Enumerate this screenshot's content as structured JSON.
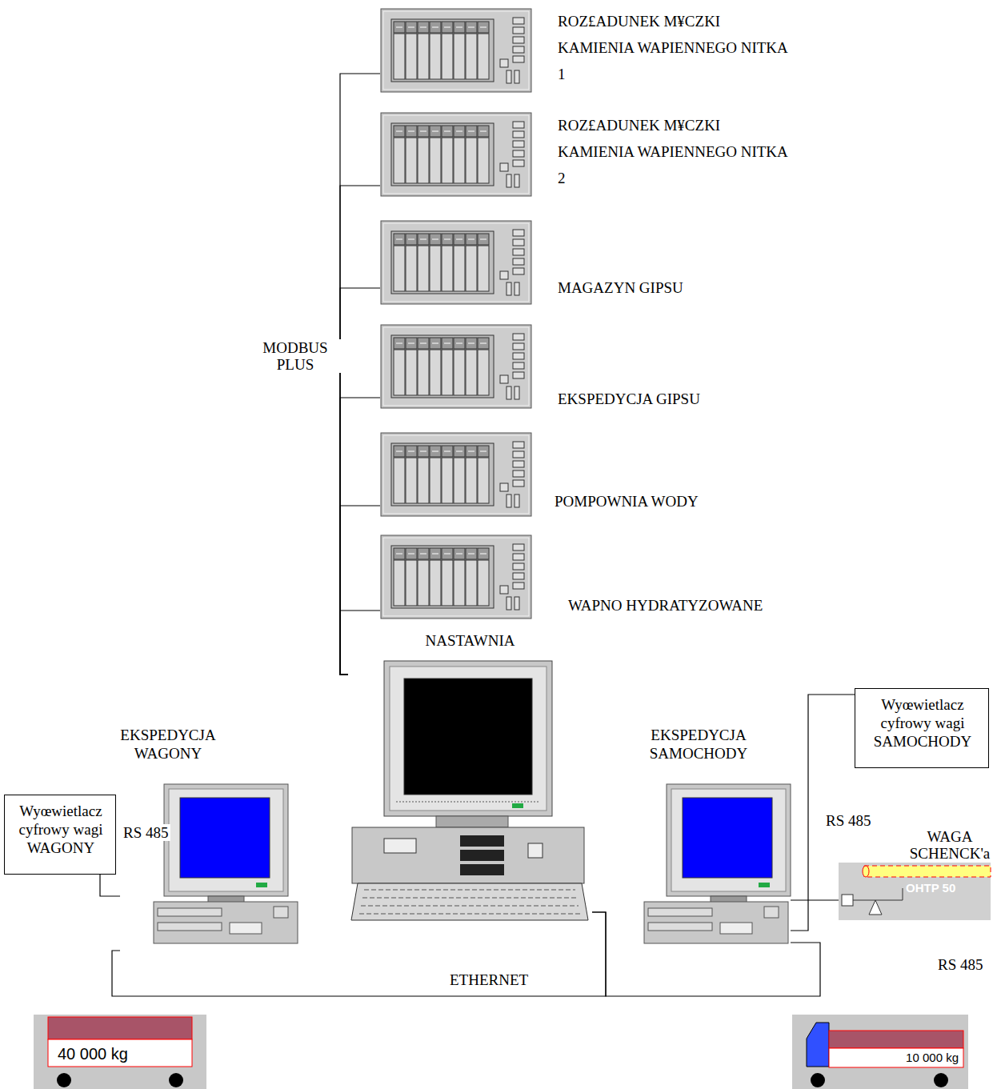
{
  "diagram": {
    "nodes": [
      {
        "text": [
          "ROZ£ADUNEK M¥CZKI KAMIENIA WAPIENNEGO NITKA 1"
        ]
      },
      {
        "text": [
          "ROZ£ADUNEK M¥CZKI KAMIENIA WAPIENNEGO NITKA 2"
        ]
      },
      {
        "text": [
          "MAGAZYN GIPSU"
        ]
      },
      {
        "text": [
          "EKSPEDYCJA GIPSU"
        ]
      },
      {
        "text": [
          "POMPOWNIA WODY"
        ]
      },
      {
        "text": [
          "WAPNO HYDRATYZOWANE"
        ]
      },
      {
        "text": [
          "NASTAWNIA"
        ]
      },
      {
        "text": [
          "EKSPEDYCJA WAGONY"
        ]
      },
      {
        "text": [
          "Wyœwietlacz cyfrowy wagi WAGONY"
        ]
      },
      {
        "text": [
          "EKSPEDYCJA SAMOCHODY"
        ]
      },
      {
        "text": [
          "Wyœwietlacz cyfrowy wagi SAMOCHODY"
        ]
      },
      {
        "text": [
          "WAGA SCHENCK'a",
          "OHTP 50"
        ]
      },
      {
        "text": [
          "40 000 kg"
        ]
      },
      {
        "text": [
          "10 000 kg"
        ]
      }
    ],
    "edges": [
      {
        "from": 6,
        "to": 0,
        "arrow": "none"
      },
      {
        "from": 6,
        "to": 1,
        "arrow": "none"
      },
      {
        "from": 6,
        "to": 2,
        "arrow": "none"
      },
      {
        "from": 6,
        "to": 3,
        "arrow": "none"
      },
      {
        "from": 6,
        "to": 4,
        "arrow": "none"
      },
      {
        "from": 6,
        "to": 5,
        "arrow": "none"
      },
      {
        "from": 6,
        "to": 7,
        "arrow": "none"
      },
      {
        "from": 6,
        "to": 9,
        "arrow": "none"
      },
      {
        "from": 8,
        "to": 7,
        "label": "RS 485",
        "arrow": "none"
      },
      {
        "from": 10,
        "to": 9,
        "label": "RS 485",
        "arrow": "none"
      },
      {
        "from": 11,
        "to": 9,
        "label": "RS 485",
        "arrow": "none"
      }
    ],
    "labels": [
      "MODBUS PLUS",
      "ETHERNET"
    ]
  }
}
